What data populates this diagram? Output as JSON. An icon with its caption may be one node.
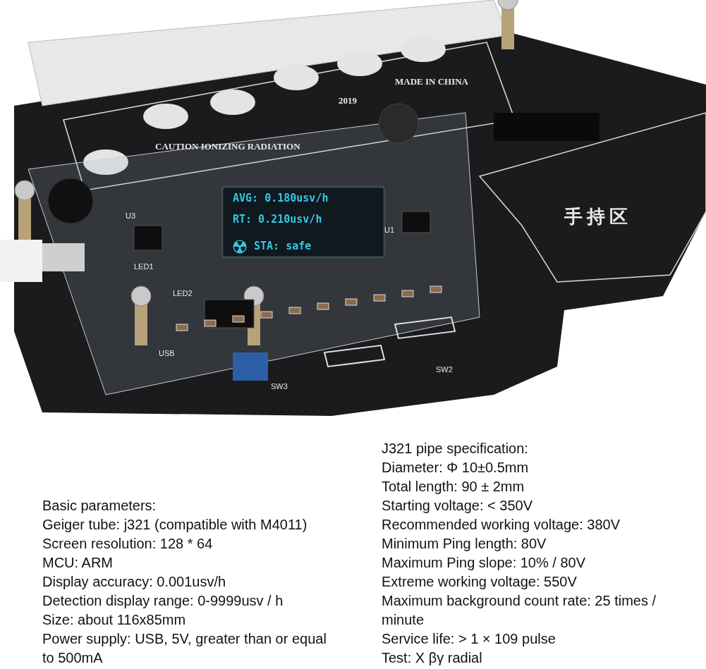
{
  "diagram": {
    "labels": [
      "CAUTION IONIZING RADIATION",
      "2019",
      "MADE IN CHINA",
      "手持区",
      "AVG: 0.180usv/h",
      "RT: 0.210usv/h",
      "STA: safe",
      "SW2",
      "SW3",
      "USB",
      "U3",
      "U1",
      "LED1",
      "LED2",
      "Basic parameters:",
      "Geiger tube: j321 (compatible with M4011)",
      "Screen resolution: 128 * 64",
      "MCU: ARM",
      "Display accuracy: 0.001usv/h",
      "Detection display range: 0-9999usv / h",
      "Size: about 116x85mm",
      "Power supply: USB, 5V, greater than or equal to 500mA",
      "J321 pipe specification:",
      "Diameter: Φ 10±0.5mm",
      "Total length: 90 ± 2mm",
      "Starting voltage: < 350V",
      "Recommended working voltage: 380V",
      "Minimum Ping length: 80V",
      "Maximum Ping slope: 10% / 80V",
      "Extreme working voltage: 550V",
      "Maximum background count rate: 25 times / minute",
      "Service life: > 1 × 109 pulse",
      "Test: X βγ radial"
    ]
  }
}
